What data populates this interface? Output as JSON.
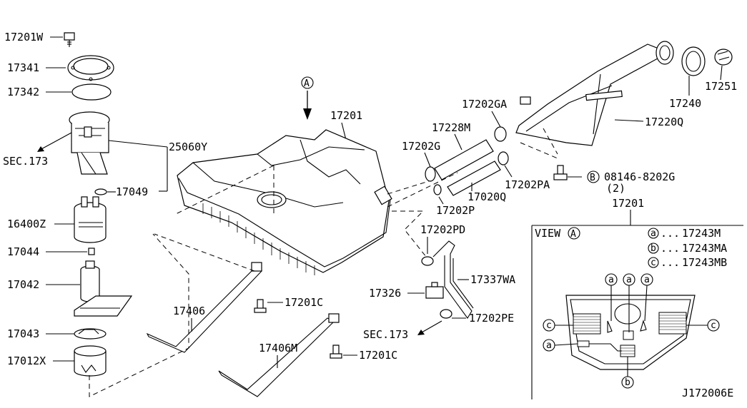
{
  "diagram": {
    "code": "J172006E",
    "parts": {
      "p17201W": "17201W",
      "p17341": "17341",
      "p17342": "17342",
      "p25060Y": "25060Y",
      "sec173_left": "SEC.173",
      "p17049": "17049",
      "p16400Z": "16400Z",
      "p17044": "17044",
      "p17042": "17042",
      "p17043": "17043",
      "p17012X": "17012X",
      "p17201_top": "17201",
      "p17406": "17406",
      "p17201C_a": "17201C",
      "p17406M": "17406M",
      "p17201C_b": "17201C",
      "p17202G": "17202G",
      "p17228M": "17228M",
      "p17202GA": "17202GA",
      "p17220Q": "17220Q",
      "p17240": "17240",
      "p17251": "17251",
      "p17202PA": "17202PA",
      "p17020Q": "17020Q",
      "p17202P": "17202P",
      "bolt_code": "08146-8202G",
      "bolt_qty": "(2)",
      "p17202PD": "17202PD",
      "p17337WA": "17337WA",
      "p17326": "17326",
      "p17202PE": "17202PE",
      "sec173_right": "SEC.173",
      "p17201_view": "17201"
    },
    "markers": {
      "view_arrow": "A",
      "bolt_circle": "B",
      "a": "a",
      "b": "b",
      "c": "c"
    },
    "view": {
      "title": "VIEW",
      "legend": [
        {
          "key": "a",
          "dots": "...",
          "part": "17243M"
        },
        {
          "key": "b",
          "dots": "...",
          "part": "17243MA"
        },
        {
          "key": "c",
          "dots": "...",
          "part": "17243MB"
        }
      ]
    }
  }
}
